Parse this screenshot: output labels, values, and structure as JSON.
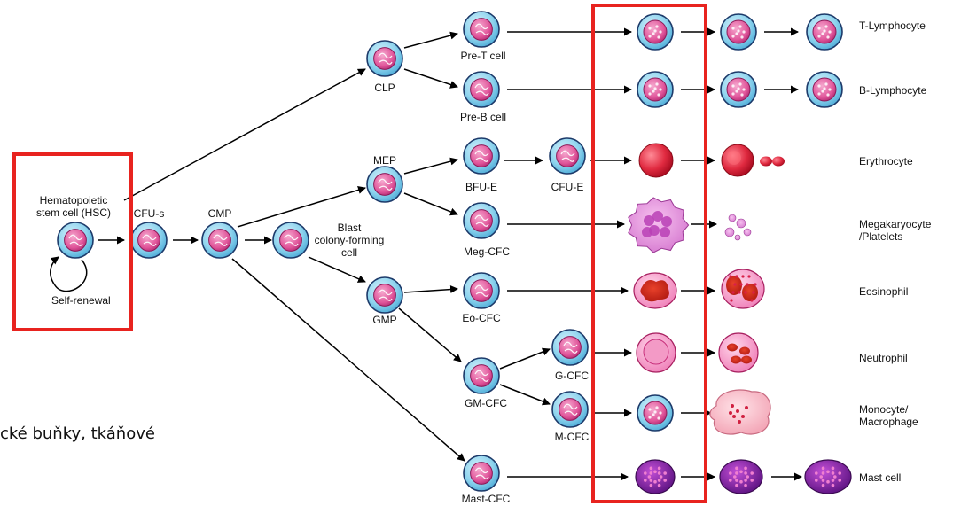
{
  "labels": {
    "hsc": "Hematopoietic\nstem cell (HSC)",
    "self_renewal": "Self-renewal",
    "cfu_s": "CFU-s",
    "cmp": "CMP",
    "clp": "CLP",
    "mep": "MEP",
    "gmp": "GMP",
    "blast": "Blast\ncolony-forming\ncell",
    "pre_t": "Pre-T cell",
    "pre_b": "Pre-B cell",
    "bfu_e": "BFU-E",
    "cfu_e": "CFU-E",
    "meg_cfc": "Meg-CFC",
    "eo_cfc": "Eo-CFC",
    "gm_cfc": "GM-CFC",
    "g_cfc": "G-CFC",
    "m_cfc": "M-CFC",
    "mast_cfc": "Mast-CFC"
  },
  "cell_types": [
    "T-Lymphocyte",
    "B-Lymphocyte",
    "Erythrocyte",
    "Megakaryocyte\n/Platelets",
    "Eosinophil",
    "Neutrophil",
    "Monocyte/\nMacrophage",
    "Mast cell"
  ],
  "overlay_text": "cké buňky, tkáňové",
  "colors": {
    "highlight": "#e8231f",
    "cell_ring": "#8fd4ee",
    "cell_ring_stroke": "#1d3a6a",
    "nucleus": "#e0559a",
    "nucleus_dark": "#a8206a",
    "erythrocyte": "#e02a40",
    "mast": "#7a1f9e"
  }
}
